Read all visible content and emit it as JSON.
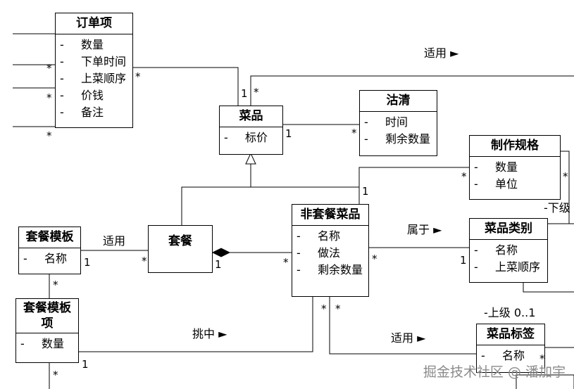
{
  "classes": {
    "order_item": {
      "name": "订单项",
      "attrs": [
        "数量",
        "下单时间",
        "上菜顺序",
        "价钱",
        "备注"
      ]
    },
    "dish": {
      "name": "菜品",
      "attrs": [
        "标价"
      ]
    },
    "sold_out": {
      "name": "沽清",
      "attrs": [
        "时间",
        "剩余数量"
      ]
    },
    "spec": {
      "name": "制作规格",
      "attrs": [
        "数量",
        "单位"
      ]
    },
    "non_set_dish": {
      "name": "非套餐菜品",
      "attrs": [
        "名称",
        "做法",
        "剩余数量"
      ]
    },
    "set_template": {
      "name": "套餐模板",
      "attrs": [
        "名称"
      ]
    },
    "set_meal": {
      "name": "套餐",
      "attrs": []
    },
    "category": {
      "name": "菜品类别",
      "attrs": [
        "名称",
        "上菜顺序"
      ]
    },
    "set_template_item": {
      "name": "套餐模板项",
      "attrs": [
        "数量"
      ]
    },
    "tag": {
      "name": "菜品标签",
      "attrs": [
        "名称"
      ]
    }
  },
  "attr_prefix": "-",
  "labels": {
    "applies_top": "适用 ►",
    "applies_left": "适用",
    "belongs_to": "属于 ►",
    "selected": "挑中 ►",
    "applies_bottom": "适用 ►",
    "sub_level": "-下级",
    "parent_level": "-上级 0..1"
  },
  "multiplicities": {
    "oi_left_1": "*",
    "oi_left_2": "*",
    "oi_left_3": "*",
    "oi_right": "*",
    "dish_top_1": "1",
    "dish_top_star": "*",
    "dish_to_soldout": "1",
    "soldout_left": "*",
    "nsd_top": "1",
    "spec_left": "*",
    "spec_right": "*",
    "template_right": "1",
    "setmeal_left": "*",
    "composite_1": "1",
    "nsd_left": "*",
    "nsd_right": "*",
    "category_left": "1",
    "template_bottom": "*",
    "nsd_bottom_1": "*",
    "nsd_bottom_2": "*",
    "sti_right": "1",
    "sti_bottom": "*",
    "tag_right": "*"
  },
  "watermark": "掘金技术社区 @ 潘加宇"
}
